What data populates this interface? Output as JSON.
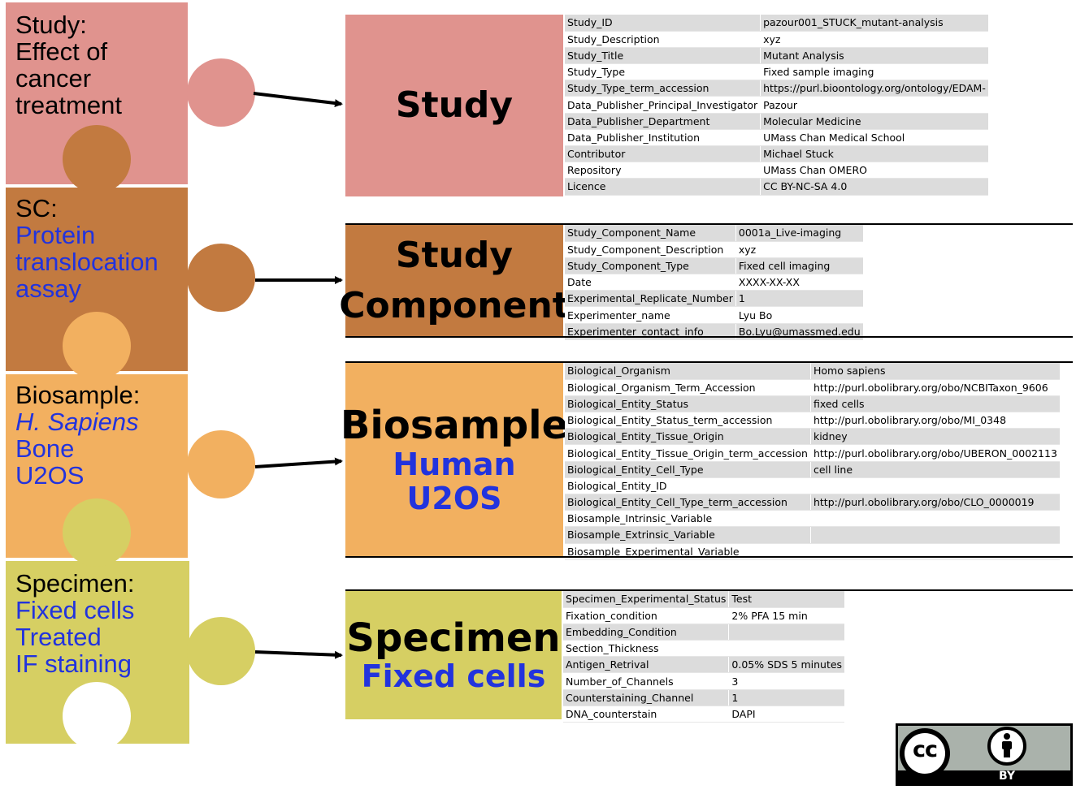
{
  "puzzle": {
    "pieces": [
      {
        "name": "study",
        "color": "#e0938e",
        "lines_black": [
          "Study:",
          "Effect of",
          "cancer",
          "treatment"
        ],
        "lines_blue": []
      },
      {
        "name": "sc",
        "color": "#c27a40",
        "lines_black": [
          "SC:"
        ],
        "lines_blue": [
          "Protein",
          "translocation",
          "assay"
        ]
      },
      {
        "name": "biosample",
        "color": "#f2b060",
        "lines_black": [
          "Biosample:"
        ],
        "lines_blue": [
          "H. Sapiens",
          "Bone",
          "U2OS"
        ]
      },
      {
        "name": "specimen",
        "color": "#d6cf63",
        "lines_black": [
          "Specimen:"
        ],
        "lines_blue": [
          "Fixed cells",
          "Treated",
          "IF staining"
        ]
      }
    ]
  },
  "sections": {
    "study": {
      "color": "#e0938e",
      "label_lines": [
        "Study"
      ],
      "sub_lines": [],
      "rows": [
        [
          "Study_ID",
          "pazour001_STUCK_mutant-analysis"
        ],
        [
          "Study_Description",
          "xyz"
        ],
        [
          "Study_Title",
          "Mutant Analysis"
        ],
        [
          "Study_Type",
          "Fixed sample imaging"
        ],
        [
          "Study_Type_term_accession",
          "https://purl.bioontology.org/ontology/EDAM-"
        ],
        [
          "Data_Publisher_Principal_Investigator",
          "Pazour"
        ],
        [
          "Data_Publisher_Department",
          "Molecular Medicine"
        ],
        [
          "Data_Publisher_Institution",
          "UMass Chan Medical School"
        ],
        [
          "Contributor",
          "Michael Stuck"
        ],
        [
          "Repository",
          "UMass Chan OMERO"
        ],
        [
          "Licence",
          "CC BY-NC-SA 4.0"
        ]
      ]
    },
    "study_component": {
      "color": "#c27a40",
      "label_lines": [
        "Study",
        "Component"
      ],
      "sub_lines": [],
      "rows": [
        [
          "Study_Component_Name",
          "0001a_Live-imaging"
        ],
        [
          "Study_Component_Description",
          "xyz"
        ],
        [
          "Study_Component_Type",
          "Fixed cell imaging"
        ],
        [
          "Date",
          "XXXX-XX-XX"
        ],
        [
          "Experimental_Replicate_Number",
          "1"
        ],
        [
          "Experimenter_name",
          "Lyu Bo"
        ],
        [
          "Experimenter_contact_info",
          "Bo.Lyu@umassmed.edu"
        ]
      ]
    },
    "biosample": {
      "color": "#f2b060",
      "label_lines": [
        "Biosample"
      ],
      "sub_lines": [
        "Human",
        "U2OS"
      ],
      "rows": [
        [
          "Biological_Organism",
          "Homo sapiens"
        ],
        [
          "Biological_Organism_Term_Accession",
          "http://purl.obolibrary.org/obo/NCBITaxon_9606"
        ],
        [
          "Biological_Entity_Status",
          "fixed cells"
        ],
        [
          "Biological_Entity_Status_term_accession",
          "http://purl.obolibrary.org/obo/MI_0348"
        ],
        [
          "Biological_Entity_Tissue_Origin",
          "kidney"
        ],
        [
          "Biological_Entity_Tissue_Origin_term_accession",
          "http://purl.obolibrary.org/obo/UBERON_0002113"
        ],
        [
          "Biological_Entity_Cell_Type",
          "cell line"
        ],
        [
          "Biological_Entity_ID",
          ""
        ],
        [
          "Biological_Entity_Cell_Type_term_accession",
          "http://purl.obolibrary.org/obo/CLO_0000019"
        ],
        [
          "Biosample_Intrinsic_Variable",
          ""
        ],
        [
          "Biosample_Extrinsic_Variable",
          ""
        ],
        [
          "Biosample_Experimental_Variable",
          ""
        ]
      ]
    },
    "specimen": {
      "color": "#d6cf63",
      "label_lines": [
        "Specimen"
      ],
      "sub_lines": [
        "Fixed cells"
      ],
      "rows": [
        [
          "Specimen_Experimental_Status",
          "Test"
        ],
        [
          "Fixation_condition",
          "2% PFA 15 min"
        ],
        [
          "Embedding_Condition",
          ""
        ],
        [
          "Section_Thickness",
          ""
        ],
        [
          "Antigen_Retrival",
          "0.05% SDS 5 minutes"
        ],
        [
          "Number_of_Channels",
          "3"
        ],
        [
          "Counterstaining_Channel",
          "1"
        ],
        [
          "DNA_counterstain",
          "DAPI"
        ]
      ]
    }
  },
  "license": {
    "cc_text": "cc",
    "by_text": "BY"
  }
}
